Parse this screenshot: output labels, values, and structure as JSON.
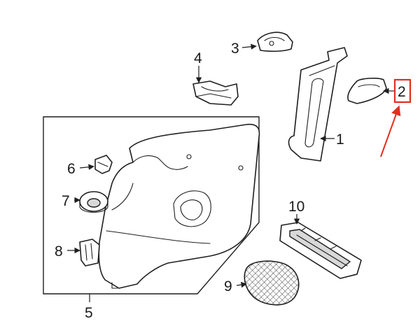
{
  "callouts": {
    "c1": "1",
    "c2": "2",
    "c3": "3",
    "c4": "4",
    "c5": "5",
    "c6": "6",
    "c7": "7",
    "c8": "8",
    "c9": "9",
    "c10": "10"
  },
  "colors": {
    "line": "#1f1f1f",
    "highlight": "#e0301e",
    "shade": "#d9d9d9",
    "background": "#ffffff"
  }
}
